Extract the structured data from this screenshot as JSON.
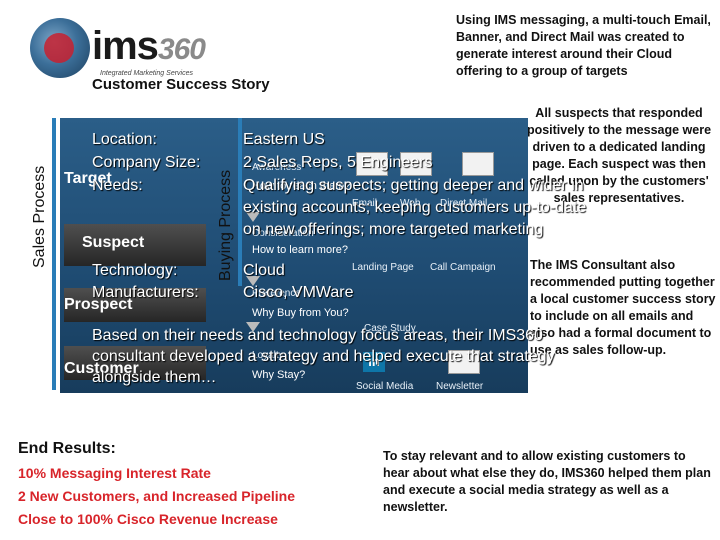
{
  "logo": {
    "brand_main": "ims",
    "brand_num": "360",
    "tagline": "Integrated Marketing Services"
  },
  "story_title": "Customer Success Story",
  "notes": {
    "top": "Using IMS messaging, a multi-touch Email, Banner, and Direct Mail was created to generate interest around their Cloud offering to a group of targets",
    "right_1": "All suspects that responded positively to the message were driven to a dedicated landing page. Each suspect was then called upon by the customers' sales representatives.",
    "right_2": "The IMS Consultant also recommended putting together a local customer success story to include on all emails and also had a formal document to use as sales follow-up.",
    "bottom": "To stay relevant and to allow existing customers to hear about what else they do, IMS360 helped them plan and execute a social media strategy as well as a newsletter."
  },
  "side_labels": {
    "sales_process": "Sales Process",
    "buying_process": "Buying Process"
  },
  "stages": {
    "target": "Target",
    "suspect": "Suspect",
    "prospect": "Prospect",
    "customer": "Customer"
  },
  "overlay": {
    "location_label": "Location:",
    "location_value": "Eastern US",
    "company_size_label": "Company Size:",
    "company_size_value": "2 Sales Reps, 5 Engineers",
    "needs_label": "Needs:",
    "needs_value_line1": "Qualifying suspects; getting deeper and wider in",
    "needs_value_line2": "existing accounts; keeping customers up-to-date",
    "needs_value_line3": "on new offerings; more targeted marketing",
    "technology_label": "Technology:",
    "technology_value": "Cloud",
    "manufacturers_label": "Manufacturers:",
    "manufacturers_value": "Cisco, VMWare",
    "based_line1": "Based on their needs and technology focus areas, their IMS360",
    "based_line2": "consultant developed a strategy and helped execute that strategy",
    "based_line3": "alongside them…"
  },
  "flow": {
    "awareness": "Awareness",
    "how_to_reach": "How to reach them?",
    "email": "Email",
    "web": "Web",
    "direct_mail": "Direct Mail",
    "consideration": "Consideration",
    "how_to_learn": "How to learn more?",
    "landing_page": "Landing Page",
    "call_campaign": "Call Campaign",
    "preference": "Preference",
    "why_buy": "Why Buy from You?",
    "case_study": "Case Study",
    "loyalty": "Loyalty",
    "why_stay": "Why Stay?",
    "social_media": "Social Media",
    "newsletter": "Newsletter",
    "linkedin_glyph": "in"
  },
  "end_results": {
    "title": "End Results:",
    "items": [
      "10% Messaging Interest Rate",
      "2 New Customers, and Increased Pipeline",
      "Close to 100% Cisco Revenue Increase"
    ]
  }
}
